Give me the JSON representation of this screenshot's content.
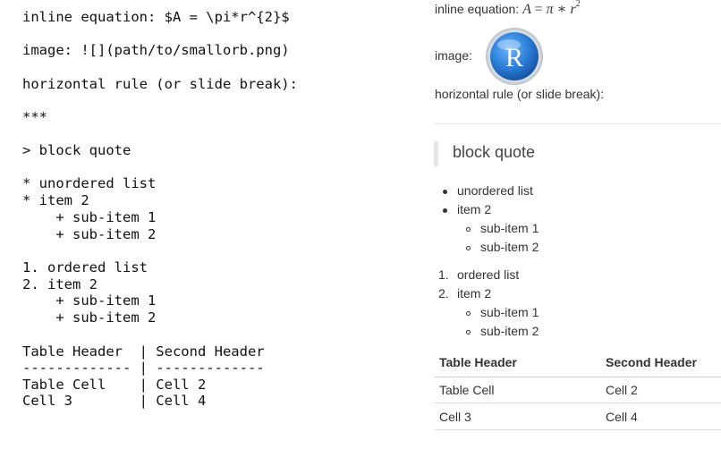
{
  "source": {
    "lines": [
      "inline equation: $A = \\pi*r^{2}$",
      "image: ![](path/to/smallorb.png)",
      "horizontal rule (or slide break):",
      "***",
      "> block quote",
      "* unordered list",
      "* item 2",
      "    + sub-item 1",
      "    + sub-item 2",
      "1. ordered list",
      "2. item 2",
      "    + sub-item 1",
      "    + sub-item 2",
      "Table Header  | Second Header",
      "------------- | -------------",
      "Table Cell    | Cell 2",
      "Cell 3        | Cell 4"
    ]
  },
  "preview": {
    "equation_label": "inline equation:",
    "equation": {
      "lhs": "A",
      "eq": "=",
      "pi": "π",
      "op": "∗",
      "r": "r",
      "exp": "2"
    },
    "image_label": "image:",
    "image_letter": "R",
    "hr_label": "horizontal rule (or slide break):",
    "blockquote": "block quote",
    "unordered": {
      "items": [
        "unordered list",
        "item 2"
      ],
      "subitems": [
        "sub-item 1",
        "sub-item 2"
      ]
    },
    "ordered": {
      "markers": [
        "1.",
        "2."
      ],
      "items": [
        "ordered list",
        "item 2"
      ],
      "subitems": [
        "sub-item 1",
        "sub-item 2"
      ]
    },
    "table": {
      "headers": [
        "Table Header",
        "Second Header"
      ],
      "rows": [
        [
          "Table Cell",
          "Cell 2"
        ],
        [
          "Cell 3",
          "Cell 4"
        ]
      ]
    }
  },
  "colors": {
    "logo_blue": "#2b7fd8",
    "logo_ring": "#d9dde3",
    "divider": "#dddddd"
  }
}
